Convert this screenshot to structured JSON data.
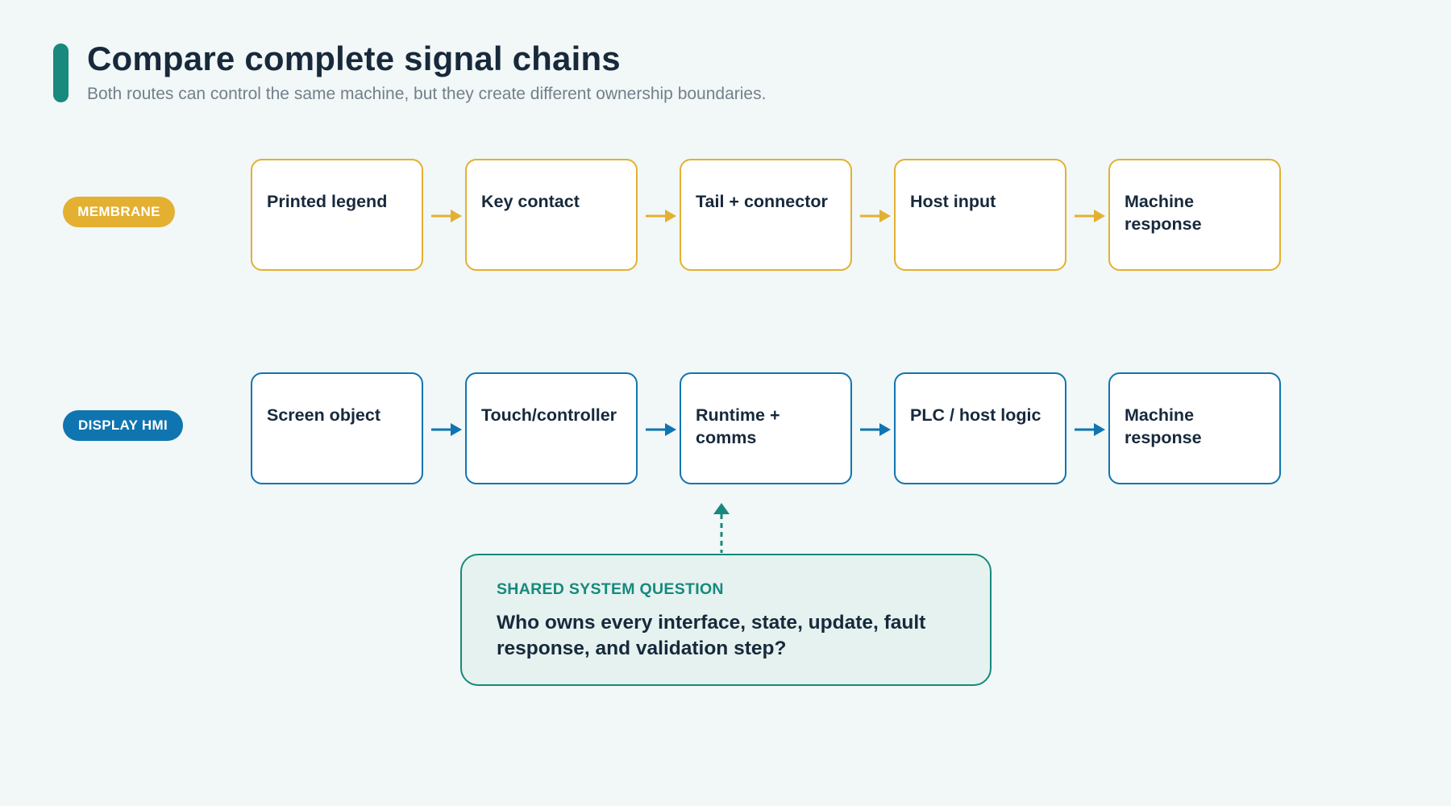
{
  "header": {
    "title": "Compare complete signal chains",
    "subtitle": "Both routes can control the same machine, but they create different ownership boundaries."
  },
  "lanes": [
    {
      "label": "MEMBRANE",
      "color": "#e3b032",
      "steps": [
        "Printed legend",
        "Key contact",
        "Tail + connector",
        "Host input",
        "Machine response"
      ]
    },
    {
      "label": "DISPLAY HMI",
      "color": "#0f75b0",
      "steps": [
        "Screen object",
        "Touch/controller",
        "Runtime + comms",
        "PLC / host logic",
        "Machine response"
      ]
    }
  ],
  "callout": {
    "heading": "SHARED SYSTEM QUESTION",
    "body": "Who owns every interface, state, update, fault response, and validation step?",
    "color": "#17897d"
  },
  "colors": {
    "background": "#f2f7f7",
    "text": "#17293b",
    "muted": "#71808c"
  }
}
